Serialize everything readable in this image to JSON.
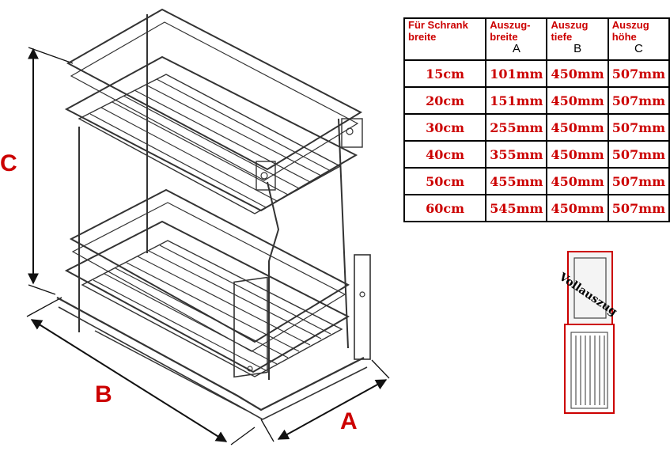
{
  "colors": {
    "accent": "#cc0000",
    "line": "#333333",
    "dimension": "#111111"
  },
  "dimension_labels": {
    "c": "C",
    "b": "B",
    "a": "A"
  },
  "table": {
    "headers": [
      {
        "label": "Für Schrank breite",
        "sub": ""
      },
      {
        "label": "Auszug-breite",
        "sub": "A"
      },
      {
        "label": "Auszug tiefe",
        "sub": "B"
      },
      {
        "label": "Auszug höhe",
        "sub": "C"
      }
    ],
    "rows": [
      [
        "15cm",
        "101mm",
        "450mm",
        "507mm"
      ],
      [
        "20cm",
        "151mm",
        "450mm",
        "507mm"
      ],
      [
        "30cm",
        "255mm",
        "450mm",
        "507mm"
      ],
      [
        "40cm",
        "355mm",
        "450mm",
        "507mm"
      ],
      [
        "50cm",
        "455mm",
        "450mm",
        "507mm"
      ],
      [
        "60cm",
        "545mm",
        "450mm",
        "507mm"
      ]
    ]
  },
  "inset": {
    "label": "Vollauszug"
  }
}
